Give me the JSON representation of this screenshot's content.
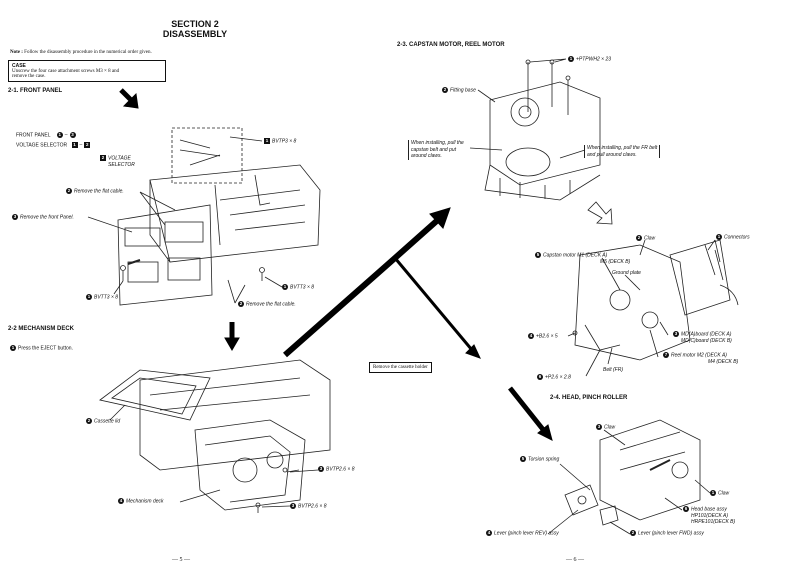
{
  "header": {
    "section": "SECTION 2",
    "title": "DISASSEMBLY"
  },
  "note": {
    "prefix": "Note :",
    "text": "Follow the disassembly procedure in the numerical order given."
  },
  "case_box": {
    "title": "CASE",
    "line1": "Unscrew the four case attachment screws M3 × 8 and",
    "line2": "remove the case."
  },
  "front_panel": {
    "heading": "2-1.  FRONT PANEL",
    "legend_front": "FRONT PANEL",
    "legend_front_from": "1",
    "legend_front_to": "3",
    "legend_voltage": "VOLTAGE SELECTOR",
    "legend_voltage_from": "1",
    "legend_voltage_to": "2",
    "screw_top": "BVTP3 × 8",
    "screw_top_num": "1",
    "voltage_num": "2",
    "voltage_line1": "VOLTAGE",
    "voltage_line2": "SELECTOR",
    "flat_cable_top": "Remove the flat cable.",
    "flat_cable_top_num": "2",
    "remove_front": "Remove the front Panel.",
    "remove_front_num": "3",
    "screw_right": "BVTT3 × 8",
    "screw_right_num": "1",
    "screw_left": "BVTT3 × 8",
    "screw_left_num": "1",
    "flat_cable_bottom": "Remove the flat cable.",
    "flat_cable_bottom_num": "2"
  },
  "mechanism_deck": {
    "heading": "2-2   MECHANISM DECK",
    "press_num": "1",
    "press": "Press the EJECT button.",
    "cassette_lid_num": "2",
    "cassette_lid": "Cassette lid",
    "screw_a": "BVTP2.6 × 8",
    "screw_a_num": "3",
    "mech_num": "4",
    "mech": "Mechanism deck",
    "screw_b": "BVTP2.6 × 8",
    "screw_b_num": "3"
  },
  "capstan": {
    "heading": "2-3.  CAPSTAN MOTOR, REEL MOTOR",
    "ptp_num": "1",
    "ptp": "+PTPWH2 × 23",
    "fitting_num": "2",
    "fitting": "Fitting base",
    "note_left_1": "When installing, pull the",
    "note_left_2": "capstan belt and put",
    "note_left_3": "around claws.",
    "note_right_1": "When installing, pull the FR belt",
    "note_right_2": "and pull around claws.",
    "claw_num": "2",
    "claw": "Claw",
    "connectors_num": "1",
    "connectors": "Connectors",
    "capstan_num": "5",
    "capstan_l1": "Capstan motor M1 (DECK  A)",
    "capstan_l2": "M5 (DECK  B)",
    "ground": "Ground plate",
    "b26_num": "4",
    "b26": "+B2.6 × 5",
    "md_num": "3",
    "md_l1": "MD(A)board (DECK A)",
    "md_l2": "MD(C)board (DECK B)",
    "reel_num": "7",
    "reel_l1": "Reel motor M2 (DECK  A)",
    "reel_l2": "M4 (DECK  B)",
    "p26_num": "6",
    "p26": "+P2.6 × 2.8",
    "belt": "Belt (FR)"
  },
  "remove_holder": "Remove the cassette holder",
  "head": {
    "heading": "2-4. HEAD, PINCH ROLLER",
    "claw3_num": "3",
    "claw3": "Claw",
    "torsion_num": "5",
    "torsion": "Torsion spring",
    "claw1_num": "1",
    "claw1": "Claw",
    "head_num": "6",
    "head_l1": "Head base assy",
    "head_l2": "HP101(DECK  A)",
    "head_l3": "HRPE101(DECK B)",
    "lever_rev_num": "4",
    "lever_rev": "Lever (pinch lever REV) assy",
    "lever_fwd_num": "2",
    "lever_fwd": "Lever (pinch lever FWD) assy"
  },
  "footer": {
    "page_left": "— 5 —",
    "page_right": "— 6 —"
  }
}
